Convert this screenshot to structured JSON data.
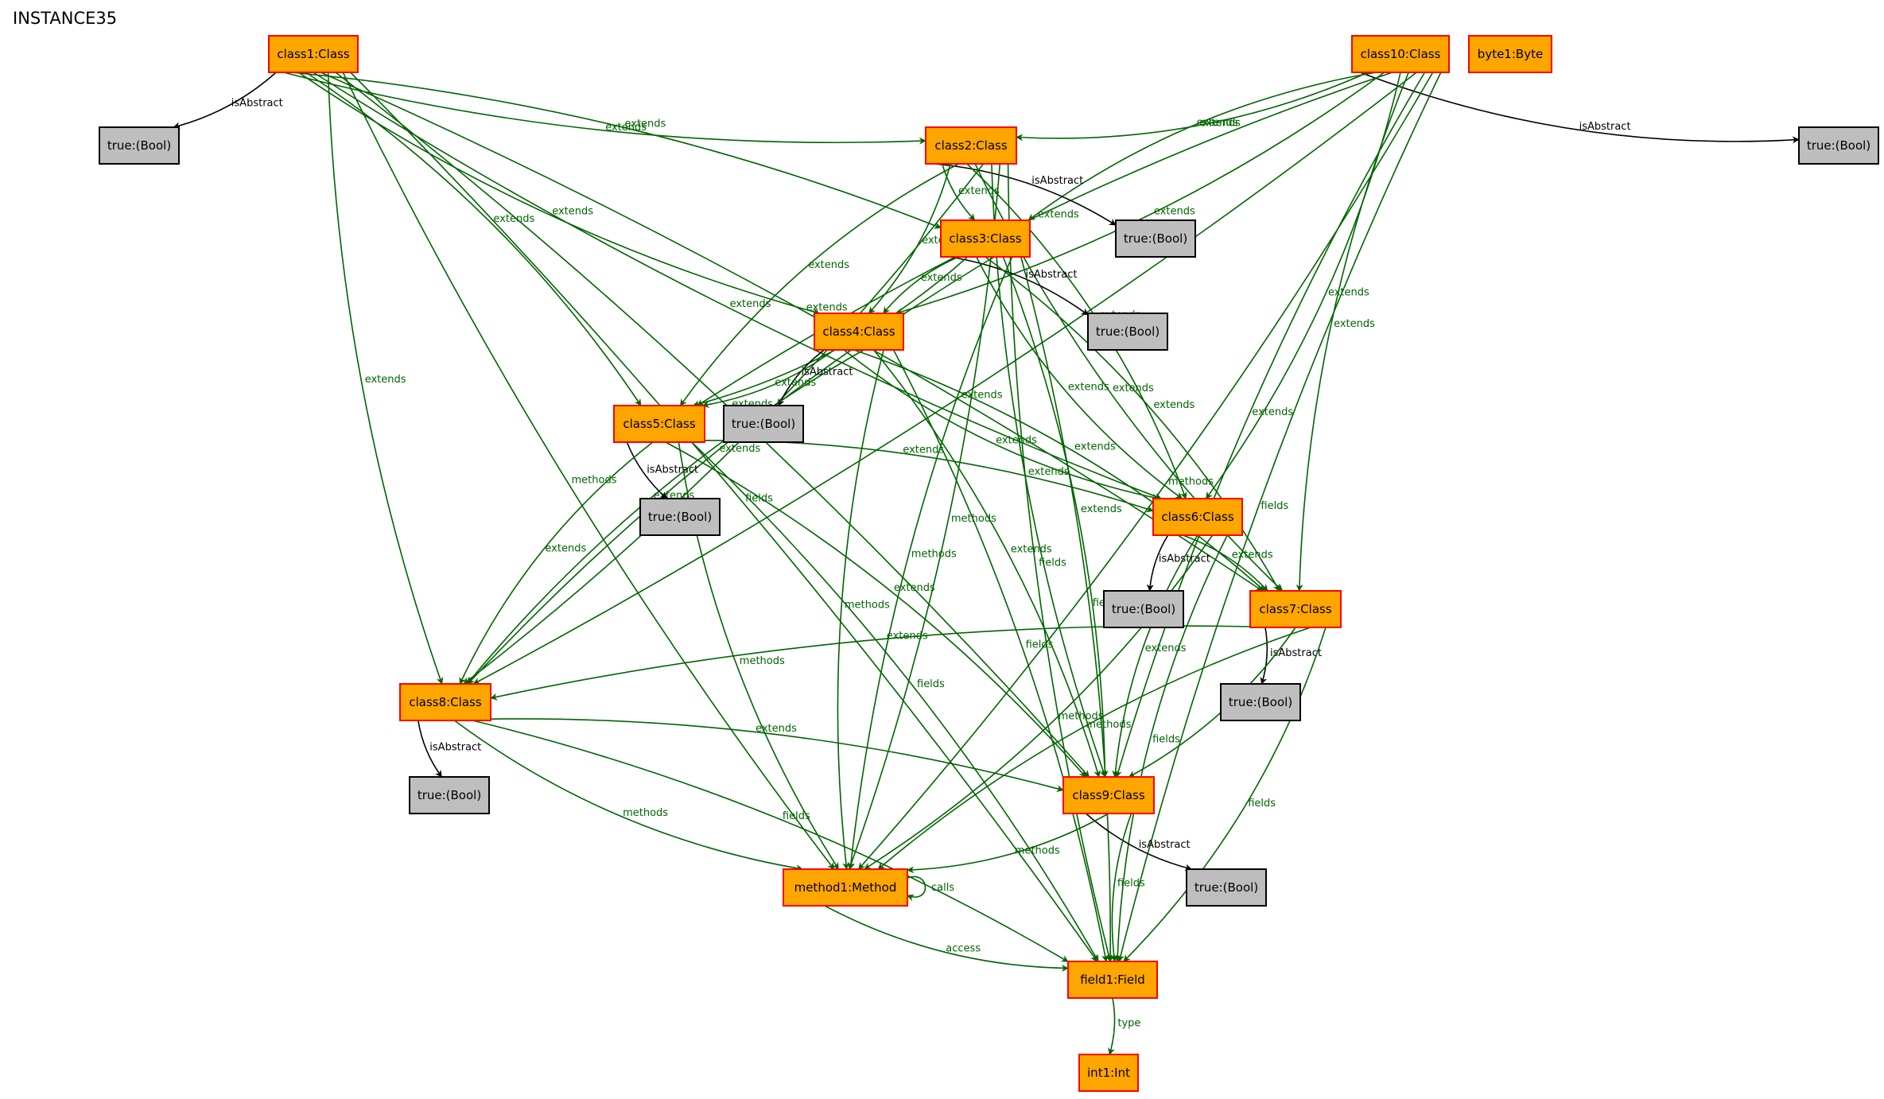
{
  "title": "INSTANCE35",
  "colors": {
    "node_fill": "#FFA500",
    "node_border": "#FF0000",
    "bool_fill": "#BEBEBE",
    "edge_green": "#006400",
    "edge_black": "#000000"
  },
  "nodes": [
    {
      "id": "class1",
      "label": "class1:Class",
      "kind": "class"
    },
    {
      "id": "class10",
      "label": "class10:Class",
      "kind": "class"
    },
    {
      "id": "byte1",
      "label": "byte1:Byte",
      "kind": "class"
    },
    {
      "id": "class2",
      "label": "class2:Class",
      "kind": "class"
    },
    {
      "id": "class3",
      "label": "class3:Class",
      "kind": "class"
    },
    {
      "id": "class4",
      "label": "class4:Class",
      "kind": "class"
    },
    {
      "id": "class5",
      "label": "class5:Class",
      "kind": "class"
    },
    {
      "id": "class6",
      "label": "class6:Class",
      "kind": "class"
    },
    {
      "id": "class7",
      "label": "class7:Class",
      "kind": "class"
    },
    {
      "id": "class8",
      "label": "class8:Class",
      "kind": "class"
    },
    {
      "id": "class9",
      "label": "class9:Class",
      "kind": "class"
    },
    {
      "id": "method1",
      "label": "method1:Method",
      "kind": "class"
    },
    {
      "id": "field1",
      "label": "field1:Field",
      "kind": "class"
    },
    {
      "id": "int1",
      "label": "int1:Int",
      "kind": "class"
    },
    {
      "id": "bool_c1",
      "label": "true:(Bool)",
      "kind": "bool"
    },
    {
      "id": "bool_c10",
      "label": "true:(Bool)",
      "kind": "bool"
    },
    {
      "id": "bool_c2",
      "label": "true:(Bool)",
      "kind": "bool"
    },
    {
      "id": "bool_c3",
      "label": "true:(Bool)",
      "kind": "bool"
    },
    {
      "id": "bool_c4",
      "label": "true:(Bool)",
      "kind": "bool"
    },
    {
      "id": "bool_c5",
      "label": "true:(Bool)",
      "kind": "bool"
    },
    {
      "id": "bool_c6",
      "label": "true:(Bool)",
      "kind": "bool"
    },
    {
      "id": "bool_c7",
      "label": "true:(Bool)",
      "kind": "bool"
    },
    {
      "id": "bool_c8",
      "label": "true:(Bool)",
      "kind": "bool"
    },
    {
      "id": "bool_c9",
      "label": "true:(Bool)",
      "kind": "bool"
    }
  ],
  "edges": [
    {
      "from": "class1",
      "to": "bool_c1",
      "label": "isAbstract",
      "color": "black"
    },
    {
      "from": "class1",
      "to": "class2",
      "label": "extends",
      "color": "green"
    },
    {
      "from": "class1",
      "to": "class3",
      "label": "extends",
      "color": "green"
    },
    {
      "from": "class1",
      "to": "class4",
      "label": "extends",
      "color": "green"
    },
    {
      "from": "class1",
      "to": "class5",
      "label": "extends",
      "color": "green"
    },
    {
      "from": "class1",
      "to": "class6",
      "label": "extends",
      "color": "green"
    },
    {
      "from": "class1",
      "to": "class7",
      "label": "extends",
      "color": "green"
    },
    {
      "from": "class1",
      "to": "class8",
      "label": "extends",
      "color": "green"
    },
    {
      "from": "class1",
      "to": "class9",
      "label": "extends",
      "color": "green"
    },
    {
      "from": "class1",
      "to": "method1",
      "label": "methods",
      "color": "green"
    },
    {
      "from": "class1",
      "to": "field1",
      "label": "fields",
      "color": "green"
    },
    {
      "from": "class10",
      "to": "bool_c10",
      "label": "isAbstract",
      "color": "black"
    },
    {
      "from": "class10",
      "to": "class2",
      "label": "extends",
      "color": "green"
    },
    {
      "from": "class10",
      "to": "class3",
      "label": "extends",
      "color": "green"
    },
    {
      "from": "class10",
      "to": "class4",
      "label": "extends",
      "color": "green"
    },
    {
      "from": "class10",
      "to": "class5",
      "label": "extends",
      "color": "green"
    },
    {
      "from": "class10",
      "to": "class6",
      "label": "extends",
      "color": "green"
    },
    {
      "from": "class10",
      "to": "class7",
      "label": "extends",
      "color": "green"
    },
    {
      "from": "class10",
      "to": "class8",
      "label": "extends",
      "color": "green"
    },
    {
      "from": "class10",
      "to": "class9",
      "label": "extends",
      "color": "green"
    },
    {
      "from": "class10",
      "to": "method1",
      "label": "methods",
      "color": "green"
    },
    {
      "from": "class10",
      "to": "field1",
      "label": "fields",
      "color": "green"
    },
    {
      "from": "class2",
      "to": "bool_c2",
      "label": "isAbstract",
      "color": "black"
    },
    {
      "from": "class2",
      "to": "class3",
      "label": "extends",
      "color": "green"
    },
    {
      "from": "class2",
      "to": "class4",
      "label": "extends",
      "color": "green"
    },
    {
      "from": "class2",
      "to": "class5",
      "label": "extends",
      "color": "green"
    },
    {
      "from": "class2",
      "to": "class6",
      "label": "extends",
      "color": "green"
    },
    {
      "from": "class2",
      "to": "class7",
      "label": "extends",
      "color": "green"
    },
    {
      "from": "class2",
      "to": "class8",
      "label": "extends",
      "color": "green"
    },
    {
      "from": "class2",
      "to": "class9",
      "label": "extends",
      "color": "green"
    },
    {
      "from": "class2",
      "to": "method1",
      "label": "methods",
      "color": "green"
    },
    {
      "from": "class2",
      "to": "field1",
      "label": "fields",
      "color": "green"
    },
    {
      "from": "class3",
      "to": "bool_c3",
      "label": "isAbstract",
      "color": "black"
    },
    {
      "from": "class3",
      "to": "class4",
      "label": "extends",
      "color": "green"
    },
    {
      "from": "class3",
      "to": "class5",
      "label": "extends",
      "color": "green"
    },
    {
      "from": "class3",
      "to": "class6",
      "label": "extends",
      "color": "green"
    },
    {
      "from": "class3",
      "to": "class7",
      "label": "extends",
      "color": "green"
    },
    {
      "from": "class3",
      "to": "class8",
      "label": "extends",
      "color": "green"
    },
    {
      "from": "class3",
      "to": "class9",
      "label": "extends",
      "color": "green"
    },
    {
      "from": "class3",
      "to": "method1",
      "label": "methods",
      "color": "green"
    },
    {
      "from": "class3",
      "to": "field1",
      "label": "fields",
      "color": "green"
    },
    {
      "from": "class4",
      "to": "bool_c4",
      "label": "isAbstract",
      "color": "black"
    },
    {
      "from": "class4",
      "to": "class5",
      "label": "extends",
      "color": "green"
    },
    {
      "from": "class4",
      "to": "class6",
      "label": "extends",
      "color": "green"
    },
    {
      "from": "class4",
      "to": "class7",
      "label": "extends",
      "color": "green"
    },
    {
      "from": "class4",
      "to": "class8",
      "label": "extends",
      "color": "green"
    },
    {
      "from": "class4",
      "to": "class9",
      "label": "extends",
      "color": "green"
    },
    {
      "from": "class4",
      "to": "method1",
      "label": "methods",
      "color": "green"
    },
    {
      "from": "class4",
      "to": "field1",
      "label": "fields",
      "color": "green"
    },
    {
      "from": "class5",
      "to": "bool_c5",
      "label": "isAbstract",
      "color": "black"
    },
    {
      "from": "class5",
      "to": "class6",
      "label": "extends",
      "color": "green"
    },
    {
      "from": "class5",
      "to": "class8",
      "label": "extends",
      "color": "green"
    },
    {
      "from": "class5",
      "to": "class9",
      "label": "extends",
      "color": "green"
    },
    {
      "from": "class5",
      "to": "method1",
      "label": "methods",
      "color": "green"
    },
    {
      "from": "class5",
      "to": "field1",
      "label": "fields",
      "color": "green"
    },
    {
      "from": "class6",
      "to": "bool_c6",
      "label": "isAbstract",
      "color": "black"
    },
    {
      "from": "class6",
      "to": "class7",
      "label": "extends",
      "color": "green"
    },
    {
      "from": "class6",
      "to": "class9",
      "label": "extends",
      "color": "green"
    },
    {
      "from": "class6",
      "to": "method1",
      "label": "methods",
      "color": "green"
    },
    {
      "from": "class6",
      "to": "field1",
      "label": "fields",
      "color": "green"
    },
    {
      "from": "class7",
      "to": "bool_c7",
      "label": "isAbstract",
      "color": "black"
    },
    {
      "from": "class7",
      "to": "class8",
      "label": "extends",
      "color": "green"
    },
    {
      "from": "class7",
      "to": "class9",
      "label": "extends",
      "color": "green"
    },
    {
      "from": "class7",
      "to": "method1",
      "label": "methods",
      "color": "green"
    },
    {
      "from": "class7",
      "to": "field1",
      "label": "fields",
      "color": "green"
    },
    {
      "from": "class8",
      "to": "bool_c8",
      "label": "isAbstract",
      "color": "black"
    },
    {
      "from": "class8",
      "to": "class9",
      "label": "extends",
      "color": "green"
    },
    {
      "from": "class8",
      "to": "method1",
      "label": "methods",
      "color": "green"
    },
    {
      "from": "class8",
      "to": "field1",
      "label": "fields",
      "color": "green"
    },
    {
      "from": "class9",
      "to": "bool_c9",
      "label": "isAbstract",
      "color": "black"
    },
    {
      "from": "class9",
      "to": "method1",
      "label": "methods",
      "color": "green"
    },
    {
      "from": "class9",
      "to": "field1",
      "label": "fields",
      "color": "green"
    },
    {
      "from": "method1",
      "to": "method1",
      "label": "calls",
      "color": "green"
    },
    {
      "from": "method1",
      "to": "field1",
      "label": "access",
      "color": "green"
    },
    {
      "from": "field1",
      "to": "int1",
      "label": "type",
      "color": "green"
    }
  ]
}
